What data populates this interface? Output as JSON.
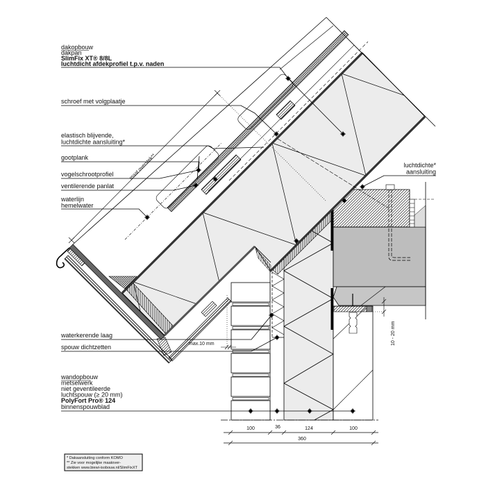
{
  "roof_build_up": {
    "header": "dakopbouw",
    "lines": [
      "dakpan",
      "SlimFix XT® 8/8L",
      "luchtdicht afdekprofiel t.p.v. naden"
    ]
  },
  "annotations": {
    "screw": "schroef met volgplaatje",
    "elastic_1": "elastisch blijvende,",
    "elastic_2": "luchtdichte aansluiting*",
    "fascia": "gootplank",
    "bird_stop": "vogelschrootprofiel",
    "batten": "ventilerende panlat",
    "waterline_1": "waterlijn",
    "waterline_2": "hemelwater",
    "water_barrier": "waterkerende laag",
    "seal_cavity": "spouw dichtzetten",
    "airtight_1": "luchtdichte*",
    "airtight_2": "aansluiting",
    "overhang": "maat overstek**",
    "max_gap": "max.10 mm",
    "gap_range": "10 - 20 mm"
  },
  "wall_build_up": {
    "header": "wandopbouw",
    "lines": [
      "metselwerk",
      "niet geventileerde",
      "luchtspouw (≥ 20 mm)",
      "PolyFort Pro® 124",
      "binnenspouwblad"
    ]
  },
  "dimensions": {
    "parts": [
      "100",
      "36",
      "124",
      "100"
    ],
    "total": "360"
  },
  "footnote": {
    "lines": [
      "* Dakaansluiting conform KOMO",
      "** Zie voor mogelijke maatover-",
      "stekken www.biewi-isobouw.nl/SlimFixXT"
    ]
  },
  "colors": {
    "insulation": "#ececec",
    "concrete": "#bdbdbd",
    "lintel": "#c6c6c6"
  }
}
